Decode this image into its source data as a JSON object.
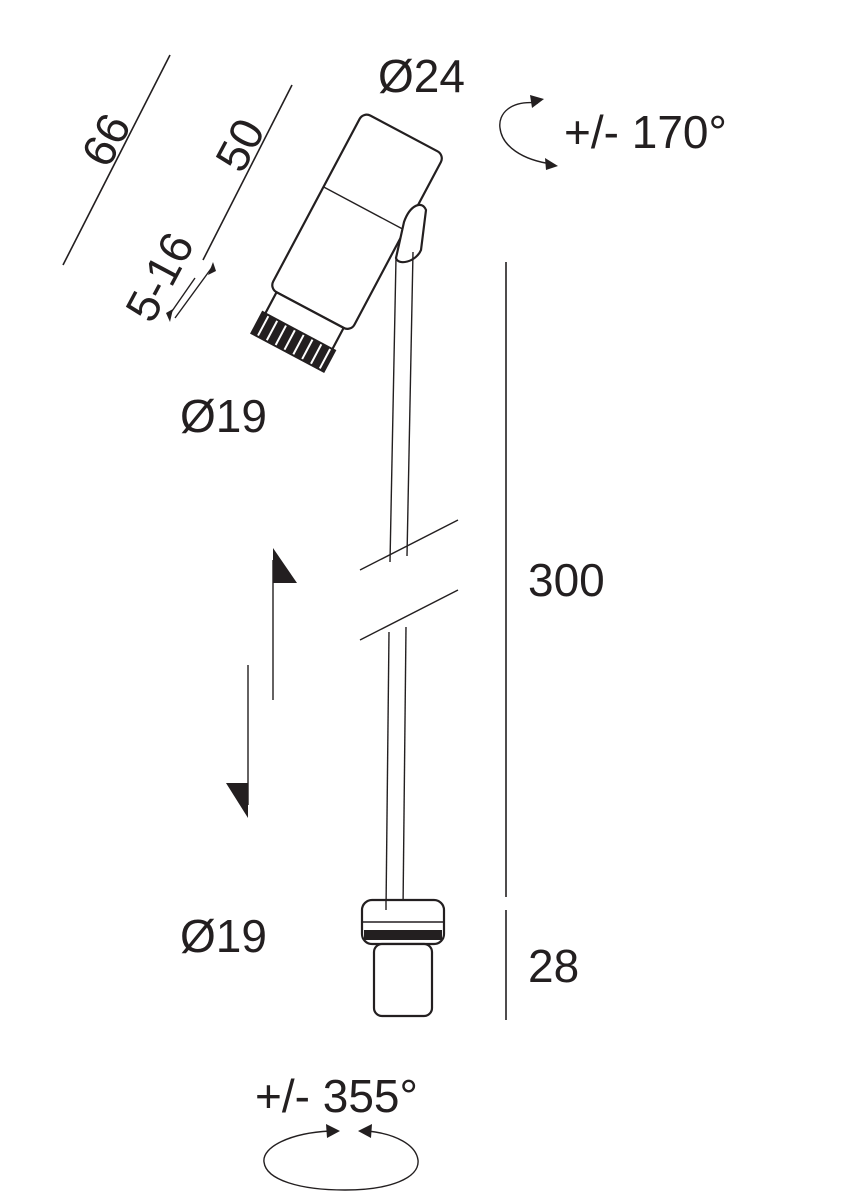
{
  "dimensions": {
    "overall_head_length": "66",
    "head_length": "50",
    "focus_travel": "5-16",
    "head_diameter": "Ø24",
    "lens_diameter": "Ø19",
    "stem_length": "300",
    "base_diameter": "Ø19",
    "base_height": "28"
  },
  "rotations": {
    "head_tilt": "+/- 170°",
    "base_rotation": "+/- 355°"
  },
  "colors": {
    "line": "#231f20",
    "background": "#ffffff"
  }
}
